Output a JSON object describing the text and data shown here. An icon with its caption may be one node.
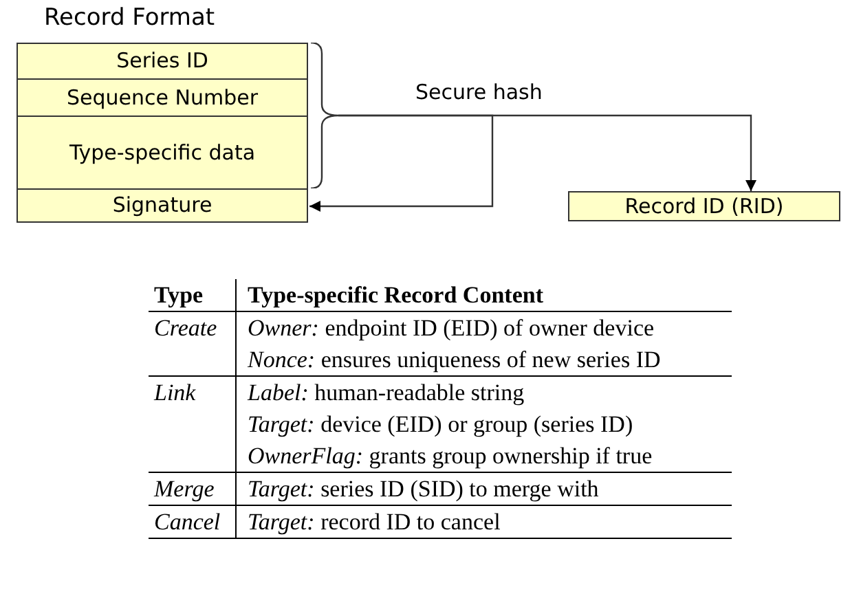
{
  "diagram": {
    "nodes": [
      {
        "text": [
          "Record Format"
        ]
      },
      {
        "text": [
          "Series ID"
        ],
        "in": 0
      },
      {
        "text": [
          "Sequence Number"
        ],
        "in": 0
      },
      {
        "text": [
          "Type-specific data"
        ],
        "in": 0
      },
      {
        "text": [
          "Signature"
        ],
        "in": 0
      },
      {
        "text": [],
        "shape": "brace"
      },
      {
        "text": [
          "Record ID (RID)"
        ]
      }
    ],
    "edges": [
      {
        "from": 5,
        "to": 6,
        "arrow": "to",
        "label": "Secure hash"
      },
      {
        "from": 5,
        "to": 4,
        "arrow": "to"
      }
    ],
    "labels": [
      "Type",
      "Type-specific Record Content",
      "Create",
      "*Owner:* endpoint ID (EID) of owner device",
      "*Nonce:* ensures uniqueness of new series ID",
      "Link",
      "*Label:* human-readable string",
      "*Target:* device (EID) or group (series ID)",
      "*OwnerFlag:* grants group ownership if true",
      "Merge",
      "*Target:* series ID (SID) to merge with",
      "Cancel",
      "*Target:* record ID to cancel"
    ]
  }
}
